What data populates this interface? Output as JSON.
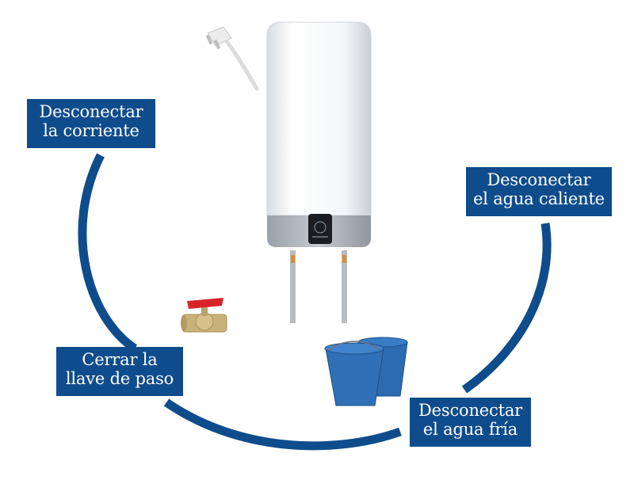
{
  "colors": {
    "accent": "#0f4c8c",
    "heater_body": "#f2f4f6",
    "heater_band": "#a9b0b8",
    "bucket": "#2d6bb0",
    "valve_handle": "#d8232a",
    "valve_brass": "#c9b27a"
  },
  "steps": {
    "power": {
      "line1": "Desconectar",
      "line2": "la corriente"
    },
    "hot_water": {
      "line1": "Desconectar",
      "line2": "el agua caliente"
    },
    "valve": {
      "line1": "Cerrar la",
      "line2": "llave de paso"
    },
    "cold_water": {
      "line1": "Desconectar",
      "line2": "el agua fría"
    }
  },
  "icons": [
    "power-plug-icon",
    "water-heater-icon",
    "ball-valve-icon",
    "buckets-icon"
  ]
}
